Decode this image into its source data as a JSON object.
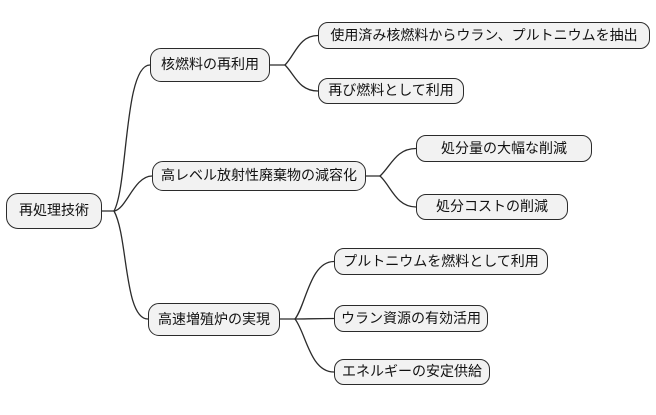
{
  "diagram": {
    "type": "mindmap",
    "root": {
      "label": "再処理技術",
      "children": [
        {
          "label": "核燃料の再利用",
          "children": [
            {
              "label": "使用済み核燃料からウラン、プルトニウムを抽出"
            },
            {
              "label": "再び燃料として利用"
            }
          ]
        },
        {
          "label": "高レベル放射性廃棄物の減容化",
          "children": [
            {
              "label": "処分量の大幅な削減"
            },
            {
              "label": "処分コストの削減"
            }
          ]
        },
        {
          "label": "高速増殖炉の実現",
          "children": [
            {
              "label": "プルトニウムを燃料として利用"
            },
            {
              "label": "ウラン資源の有効活用"
            },
            {
              "label": "エネルギーの安定供給"
            }
          ]
        }
      ]
    },
    "colors": {
      "fill": "#f2f2f2",
      "border": "#2b2b2b",
      "line": "#2b2b2b",
      "text": "#111111",
      "bg": "#ffffff"
    }
  }
}
